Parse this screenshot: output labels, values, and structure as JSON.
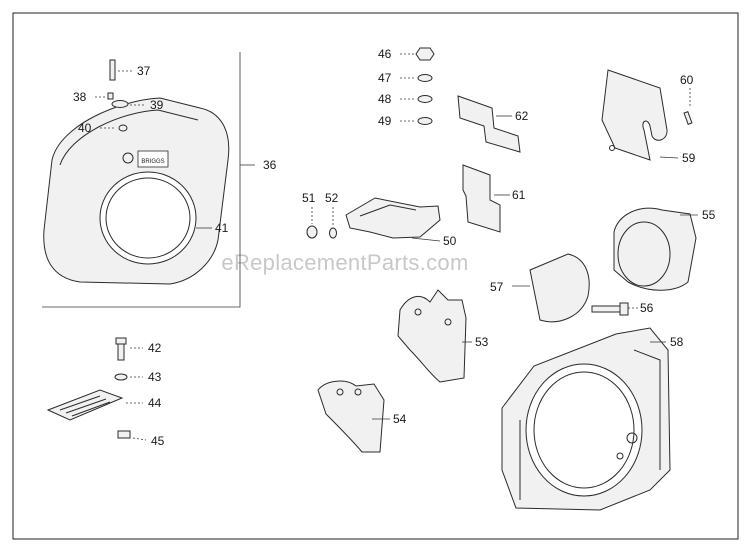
{
  "watermark": "eReplacementParts.com",
  "decal_text": "BRIGGS",
  "callouts": {
    "c36": "36",
    "c37": "37",
    "c38": "38",
    "c39": "39",
    "c40": "40",
    "c41": "41",
    "c42": "42",
    "c43": "43",
    "c44": "44",
    "c45": "45",
    "c46": "46",
    "c47": "47",
    "c48": "48",
    "c49": "49",
    "c50": "50",
    "c51": "51",
    "c52": "52",
    "c53": "53",
    "c54": "54",
    "c55": "55",
    "c56": "56",
    "c57": "57",
    "c58": "58",
    "c59": "59",
    "c60": "60",
    "c61": "61",
    "c62": "62"
  }
}
